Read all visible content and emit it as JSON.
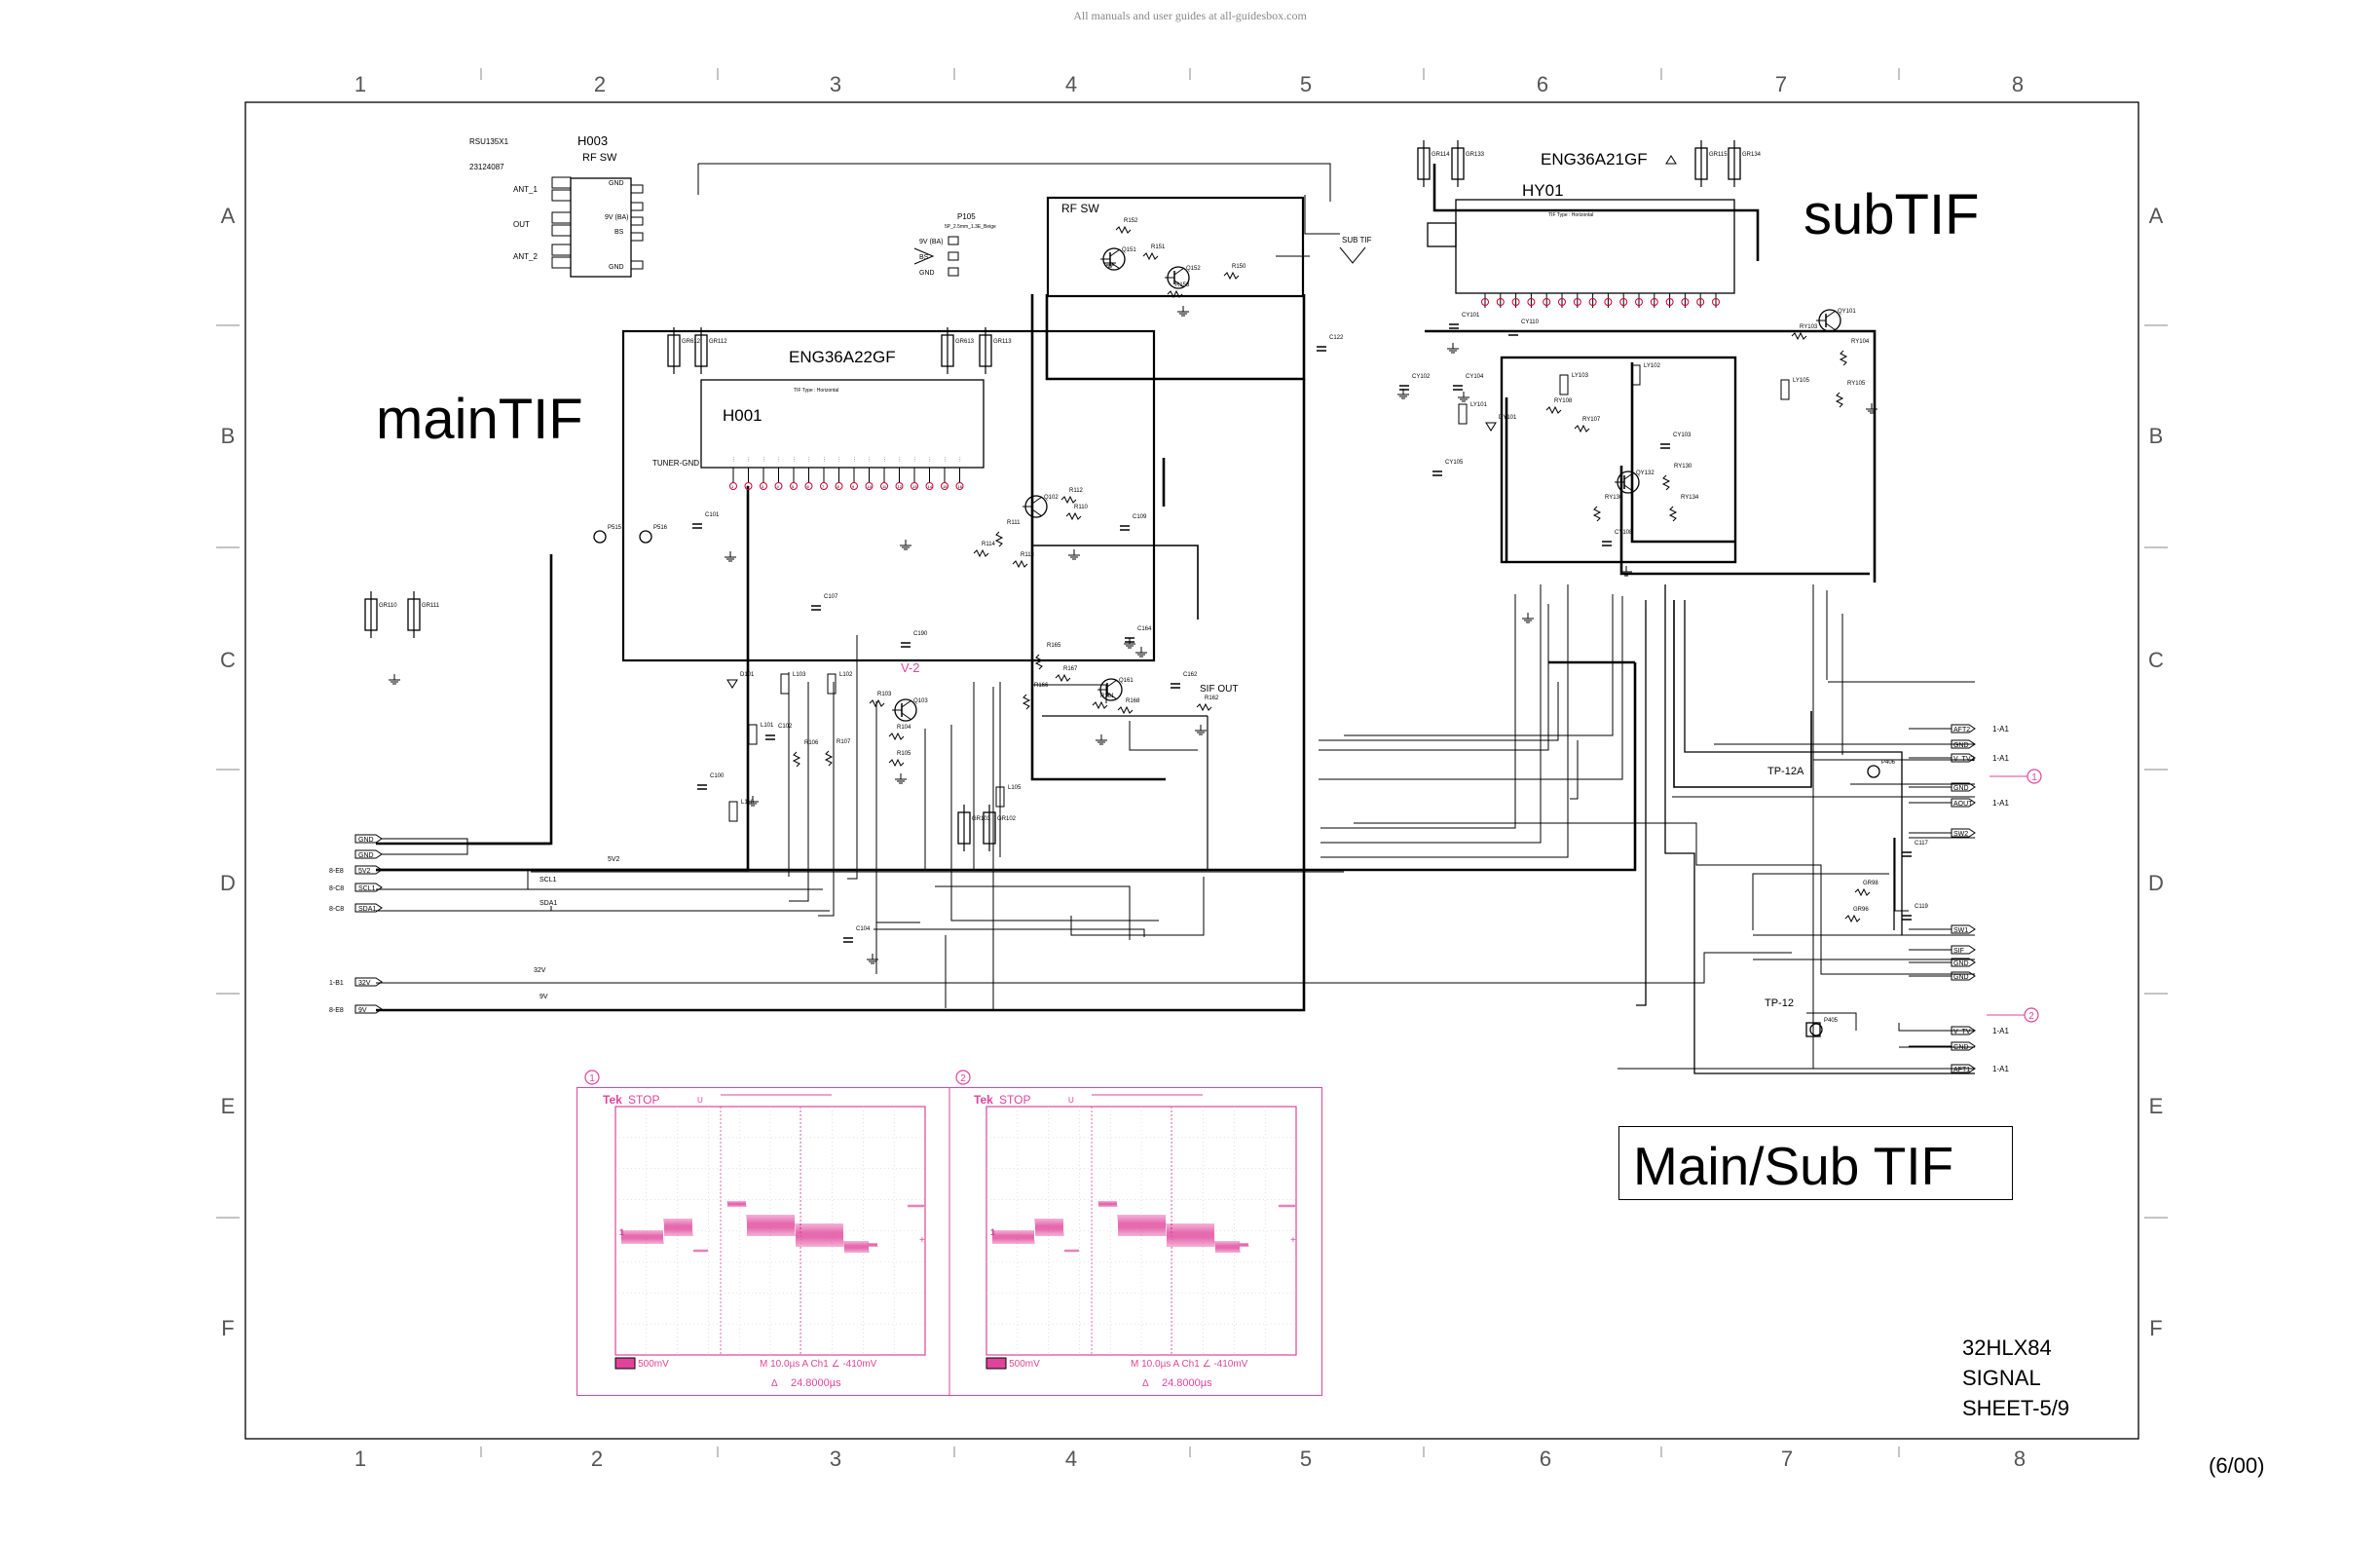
{
  "watermark": "All manuals and user guides at all-guidesbox.com",
  "frame": {
    "columns": [
      "1",
      "2",
      "3",
      "4",
      "5",
      "6",
      "7",
      "8"
    ],
    "rows": [
      "A",
      "B",
      "C",
      "D",
      "E",
      "F"
    ]
  },
  "titles": {
    "main_tif": "mainTIF",
    "sub_tif": "subTIF",
    "sheet_title": "Main/Sub TIF",
    "model": "32HLX84",
    "signal": "SIGNAL",
    "sheet": "SHEET-5/9",
    "version": "(6/00)"
  },
  "modules": {
    "h003": {
      "ref": "H003",
      "name": "RF SW",
      "part_a": "RSU135X1",
      "part_b": "23124087",
      "pins": [
        "ANT_1",
        "OUT",
        "ANT_2"
      ],
      "right_pins": [
        "GND",
        "9V (BA)",
        "BS",
        "GND"
      ]
    },
    "rf_sw": {
      "title": "RF SW",
      "plug": "P105",
      "pins": [
        "9V (BA)",
        "BS",
        "GND"
      ]
    },
    "eng_main": {
      "part": "ENG36A22GF",
      "ref": "H001",
      "type": "TIF Type : Horizontal",
      "tuner_gnd": "TUNER-GND"
    },
    "eng_sub": {
      "part": "ENG36A21GF",
      "ref": "HY01",
      "type": "TIF Type : Horizontal"
    },
    "sub_tif_out": "SUB TIF",
    "sif_out": "SIF OUT",
    "v2": "V-2",
    "tp12a": "TP-12A",
    "tp12": "TP-12"
  },
  "components": [
    "GR114",
    "GR133",
    "GR115",
    "GR134",
    "GR112",
    "GR113",
    "GR612",
    "GR613",
    "Q151",
    "Q152",
    "R151",
    "R152",
    "R153",
    "R150",
    "C122",
    "Q102",
    "R112",
    "R110",
    "R111",
    "R114",
    "R113",
    "C109",
    "C164",
    "C101",
    "C107",
    "C190",
    "Q161",
    "R165",
    "R167",
    "R166",
    "R161",
    "R168",
    "R162",
    "C162",
    "Q103",
    "R103",
    "R104",
    "R105",
    "L102",
    "L103",
    "L101",
    "C102",
    "C100",
    "C104",
    "D101",
    "R106",
    "R107",
    "L105",
    "GR103",
    "GR102",
    "L110",
    "P515",
    "P516",
    "GR110",
    "GR111",
    "QY101",
    "RY103",
    "RY104",
    "RY105",
    "CY101",
    "CY102",
    "CY104",
    "CY105",
    "CY103",
    "CY110",
    "LY101",
    "LY102",
    "LY103",
    "LY105",
    "DY101",
    "QY132",
    "RY130",
    "RY134",
    "RY136",
    "RY108",
    "RY107",
    "CY108",
    "P406",
    "P405",
    "C117",
    "C119",
    "GR98",
    "GR96"
  ],
  "connectors": {
    "left": [
      {
        "ref": "",
        "pin": "GND"
      },
      {
        "ref": "",
        "pin": "GND"
      },
      {
        "ref": "8-E8",
        "pin": "5V2"
      },
      {
        "ref": "8-C8",
        "pin": "SCL1"
      },
      {
        "ref": "8-C8",
        "pin": "SDA1"
      },
      {
        "ref": "1-B1",
        "pin": "32V"
      },
      {
        "ref": "8-E8",
        "pin": "9V"
      }
    ],
    "right": [
      {
        "pin": "AFT2",
        "ref": "1-A1"
      },
      {
        "pin": "GND",
        "ref": ""
      },
      {
        "pin": "V_TV2",
        "ref": "1-A1"
      },
      {
        "pin": "GND",
        "ref": ""
      },
      {
        "pin": "AOUT",
        "ref": "1-A1"
      },
      {
        "pin": "SW2",
        "ref": ""
      },
      {
        "pin": "SW1",
        "ref": ""
      },
      {
        "pin": "SIF",
        "ref": ""
      },
      {
        "pin": "GND",
        "ref": ""
      },
      {
        "pin": "GND",
        "ref": ""
      },
      {
        "pin": "V_TV",
        "ref": "1-A1"
      },
      {
        "pin": "GND",
        "ref": ""
      },
      {
        "pin": "AFT1",
        "ref": "1-A1"
      }
    ],
    "bus_labels": [
      "SCL1",
      "SDA1",
      "32V",
      "9V",
      "5V2"
    ]
  },
  "probes": [
    {
      "id": "1",
      "label": "1"
    },
    {
      "id": "2",
      "label": "2"
    }
  ],
  "scopes": [
    {
      "id": "1",
      "brand": "Tek",
      "state": "STOP",
      "ch_scale": "Ch1   500mV",
      "timebase": "M 10.0µs  A  Ch1  ∠  -410mV",
      "cursor": "24.8000µs"
    },
    {
      "id": "2",
      "brand": "Tek",
      "state": "STOP",
      "ch_scale": "Ch1   500mV",
      "timebase": "M 10.0µs  A  Ch1  ∠  -410mV",
      "cursor": "24.8000µs"
    }
  ],
  "colors": {
    "ink": "#000000",
    "probe": "#e0449a",
    "scope": "#e0449a",
    "grid": "#cccccc"
  }
}
